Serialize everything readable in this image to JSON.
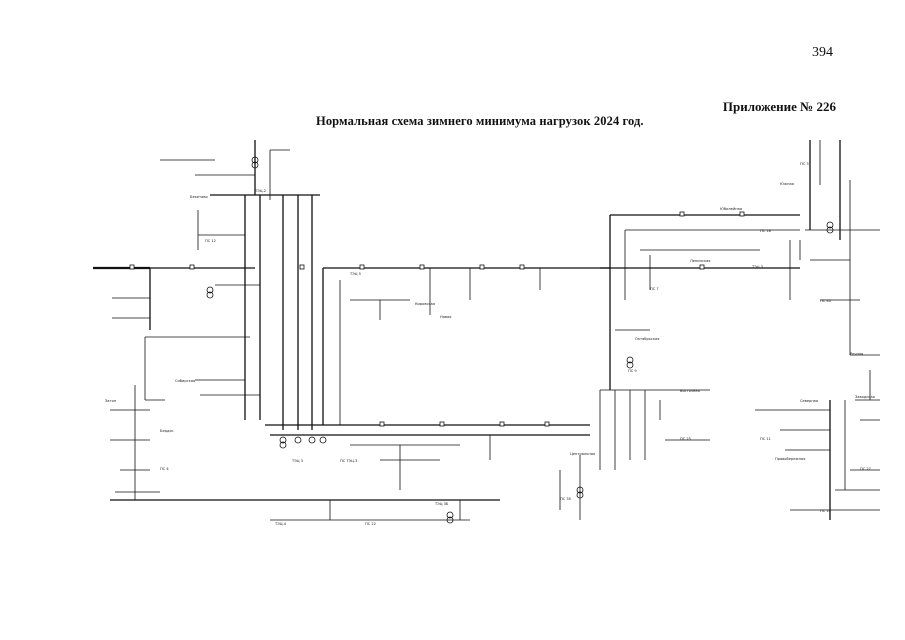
{
  "page": {
    "number": "394",
    "appendix": "Приложение № 226",
    "title": "Нормальная схема зимнего минимума нагрузок 2024 год."
  },
  "scheme": {
    "labels": [
      "Бекетово",
      "ТЭЦ-2",
      "ПС ТЭЦ-3",
      "ТЭЦ 3",
      "Затон",
      "Бердск",
      "ПС 4",
      "Сибирская",
      "ПС 12",
      "ТЭЦ 5",
      "Кировская",
      "Новая",
      "ТЭЦ-4",
      "ПС 22",
      "ТЭЦ 3Б",
      "ПС 35",
      "Юбилейная",
      "ПС 18",
      "Ленинская",
      "ТЭЦ 3",
      "ПС 7",
      "Октябрьская",
      "ПС 9",
      "Восточная",
      "ПС 25",
      "Центральная",
      "ПС 31",
      "Южная",
      "ПС 40",
      "Северная",
      "ПС 11",
      "Правобережная",
      "ПС 14",
      "Заводская",
      "ПС 27",
      "Речная"
    ]
  }
}
